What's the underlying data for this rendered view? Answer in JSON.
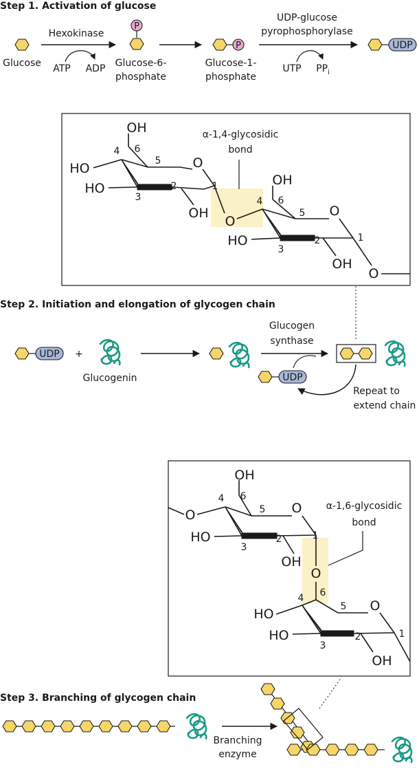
{
  "step1": {
    "title": "Step 1. Activation of glucose",
    "glucose": "Glucose",
    "hexokinase": "Hexokinase",
    "atp": "ATP",
    "adp": "ADP",
    "g6p_line1": "Glucose-6-",
    "g6p_line2": "phosphate",
    "g1p_line1": "Glucose-1-",
    "g1p_line2": "phosphate",
    "enzyme_line1": "UDP-glucose",
    "enzyme_line2": "pyrophosphorylase",
    "utp": "UTP",
    "ppi": "PP",
    "ppi_sub": "i",
    "phosphate_letter": "P",
    "udp": "UDP"
  },
  "box1": {
    "bond_line1": "α-1,4-glycosidic",
    "bond_line2": "bond",
    "oh": "OH",
    "ho": "HO",
    "o": "O",
    "n1": "1",
    "n2": "2",
    "n3": "3",
    "n4": "4",
    "n5": "5",
    "n6": "6"
  },
  "step2": {
    "title": "Step 2. Initiation and elongation of glycogen chain",
    "plus": "+",
    "glucogenin": "Glucogenin",
    "enzyme_line1": "Glucogen",
    "enzyme_line2": "synthase",
    "repeat_line1": "Repeat to",
    "repeat_line2": "extend chain",
    "udp": "UDP"
  },
  "box2": {
    "bond_line1": "α-1,6-glycosidic",
    "bond_line2": "bond"
  },
  "step3": {
    "title": "Step 3. Branching of glycogen chain",
    "enzyme_line1": "Branching",
    "enzyme_line2": "enzyme"
  },
  "colors": {
    "glucose": "#f6d668",
    "udp": "#a9b7d9",
    "phosphate": "#e8a9cd",
    "glycogenin": "#1a9a87",
    "highlight": "#fbf1c7"
  }
}
